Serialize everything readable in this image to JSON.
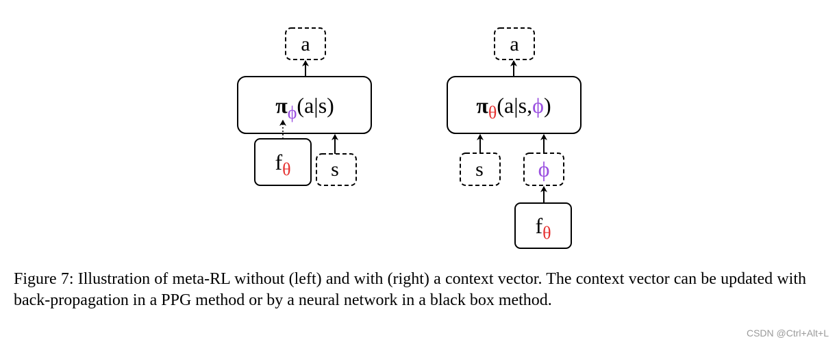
{
  "colors": {
    "ink": "#000000",
    "phi": "#9a4fe0",
    "theta": "#e5302f",
    "background": "#ffffff"
  },
  "left_diagram": {
    "output": "a",
    "policy": {
      "pi": "π",
      "sub": "ϕ",
      "args": "(a|s)"
    },
    "network": {
      "f": "f",
      "sub": "θ"
    },
    "state": "s"
  },
  "right_diagram": {
    "output": "a",
    "policy": {
      "pi": "π",
      "sub": "θ",
      "args_start": "(a|s,",
      "context": "ϕ",
      "args_end": ")"
    },
    "state": "s",
    "context": "ϕ",
    "network": {
      "f": "f",
      "sub": "θ"
    }
  },
  "caption": "Figure 7: Illustration of meta-RL without (left) and with (right) a context vector. The context vector can be updated with back-propagation in a PPG method or by a neural network in a black box method.",
  "watermark": "CSDN @Ctrl+Alt+L"
}
